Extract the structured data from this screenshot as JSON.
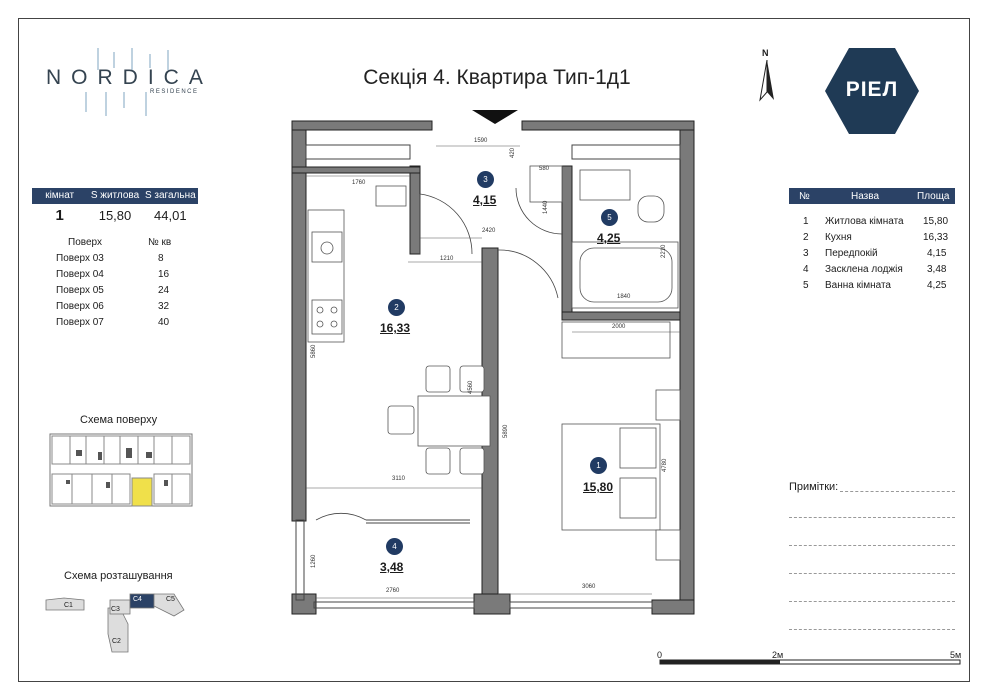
{
  "brand": {
    "name": "NORDICA",
    "sub": "RESIDENCE"
  },
  "developer_logo": {
    "text": "РІЕЛ",
    "color": "#1f3a55"
  },
  "title": "Секція 4. Квартира Тип-1д1",
  "summary": {
    "headers": [
      "кімнат",
      "S житлова",
      "S загальна"
    ],
    "rooms": "1",
    "living_area": "15,80",
    "total_area": "44,01"
  },
  "floors": {
    "headers": [
      "Поверх",
      "№ кв"
    ],
    "rows": [
      [
        "Поверх 03",
        "8"
      ],
      [
        "Поверх 04",
        "16"
      ],
      [
        "Поверх 05",
        "24"
      ],
      [
        "Поверх 06",
        "32"
      ],
      [
        "Поверх 07",
        "40"
      ]
    ]
  },
  "floor_scheme_title": "Схема поверху",
  "location_scheme": {
    "title": "Схема розташування",
    "sections": [
      "С1",
      "С2",
      "С3",
      "С4",
      "С5"
    ]
  },
  "rooms_table": {
    "headers": [
      "№",
      "Назва",
      "Площа"
    ],
    "rows": [
      [
        "1",
        "Житлова кімната",
        "15,80"
      ],
      [
        "2",
        "Кухня",
        "16,33"
      ],
      [
        "3",
        "Передпокій",
        "4,15"
      ],
      [
        "4",
        "Засклена лоджія",
        "3,48"
      ],
      [
        "5",
        "Ванна кімната",
        "4,25"
      ]
    ]
  },
  "notes_label": "Примітки:",
  "compass": "N",
  "scale": {
    "labels": [
      "0",
      "2м",
      "5м"
    ]
  },
  "plan": {
    "markers": [
      {
        "num": "1",
        "area": "15,80"
      },
      {
        "num": "2",
        "area": "16,33"
      },
      {
        "num": "3",
        "area": "4,15"
      },
      {
        "num": "4",
        "area": "3,48"
      },
      {
        "num": "5",
        "area": "4,25"
      }
    ],
    "dimensions": [
      "1590",
      "420",
      "580",
      "1760",
      "1440",
      "2420",
      "1210",
      "2210",
      "1840",
      "2000",
      "5860",
      "4560",
      "5890",
      "4780",
      "3110",
      "1260",
      "2760",
      "3060"
    ]
  },
  "colors": {
    "accent": "#2b4266",
    "marker": "#213b63",
    "highlight": "#f0e04a"
  }
}
